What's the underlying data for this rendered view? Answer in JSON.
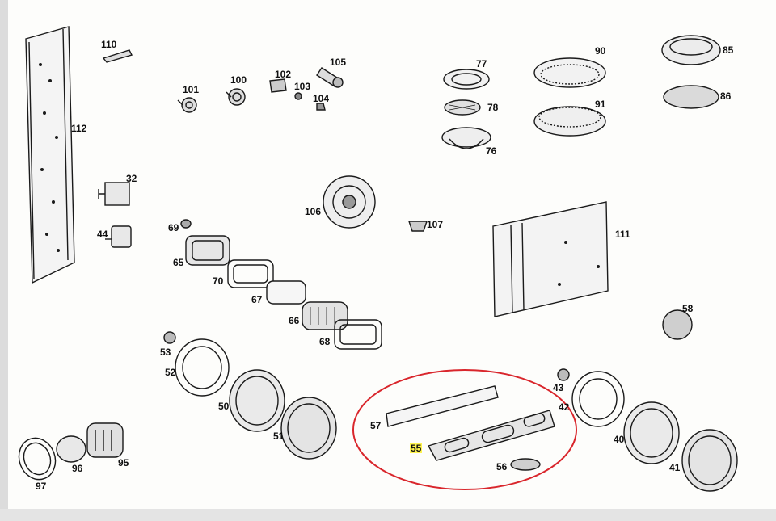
{
  "labels": {
    "l110": "110",
    "l112": "112",
    "l101": "101",
    "l100": "100",
    "l102": "102",
    "l103": "103",
    "l104": "104",
    "l105": "105",
    "l77": "77",
    "l78": "78",
    "l76": "76",
    "l90": "90",
    "l91": "91",
    "l85": "85",
    "l86": "86",
    "l32": "32",
    "l44": "44",
    "l106": "106",
    "l107": "107",
    "l111": "111",
    "l69": "69",
    "l65": "65",
    "l70": "70",
    "l67": "67",
    "l66": "66",
    "l68": "68",
    "l58": "58",
    "l53": "53",
    "l52": "52",
    "l50": "50",
    "l51": "51",
    "l57": "57",
    "l55": "55",
    "l56": "56",
    "l43": "43",
    "l42": "42",
    "l40": "40",
    "l41": "41",
    "l97": "97",
    "l96": "96",
    "l95": "95"
  },
  "colors": {
    "highlight_ring": "#d9262c",
    "label_highlight": "#fff44f",
    "ink": "#1a1a1a"
  }
}
